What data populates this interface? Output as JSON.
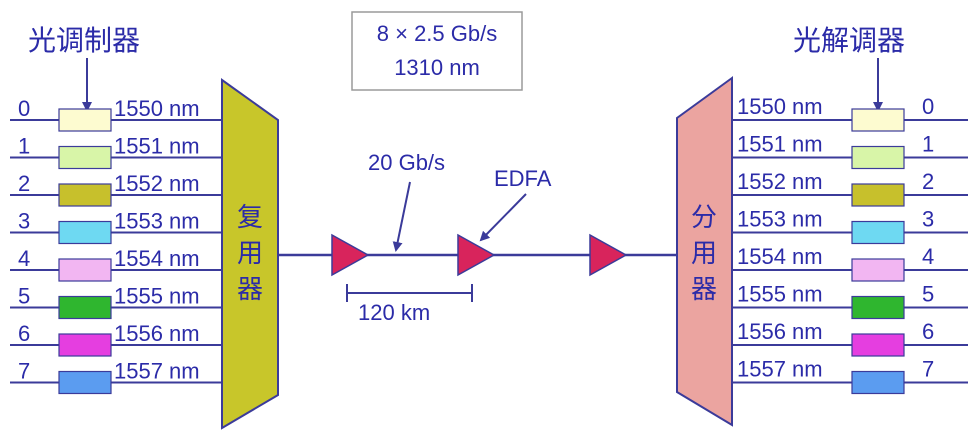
{
  "left_title": "光调制器",
  "right_title": "光解调器",
  "info_box": {
    "line1": "8 × 2.5 Gb/s",
    "line2": "1310 nm"
  },
  "mux_label": [
    "复",
    "用",
    "器"
  ],
  "demux_label": [
    "分",
    "用",
    "器"
  ],
  "channels": [
    {
      "index": "0",
      "wavelength": "1550 nm",
      "color": "#fdfbd0"
    },
    {
      "index": "1",
      "wavelength": "1551 nm",
      "color": "#d8f5a8"
    },
    {
      "index": "2",
      "wavelength": "1552 nm",
      "color": "#c7c02c"
    },
    {
      "index": "3",
      "wavelength": "1553 nm",
      "color": "#6ed9f2"
    },
    {
      "index": "4",
      "wavelength": "1554 nm",
      "color": "#f2b6f2"
    },
    {
      "index": "5",
      "wavelength": "1555 nm",
      "color": "#2fb62f"
    },
    {
      "index": "6",
      "wavelength": "1556 nm",
      "color": "#e53ee0"
    },
    {
      "index": "7",
      "wavelength": "1557 nm",
      "color": "#5b9cf0"
    }
  ],
  "rate_label": "20 Gb/s",
  "amp_label": "EDFA",
  "span_label": "120 km",
  "colors": {
    "line": "#3b3b9a",
    "text": "#2b2ba8",
    "mux_fill": "#c8c62a",
    "demux_fill": "#eba4a0",
    "amplifier": "#d8245c"
  }
}
